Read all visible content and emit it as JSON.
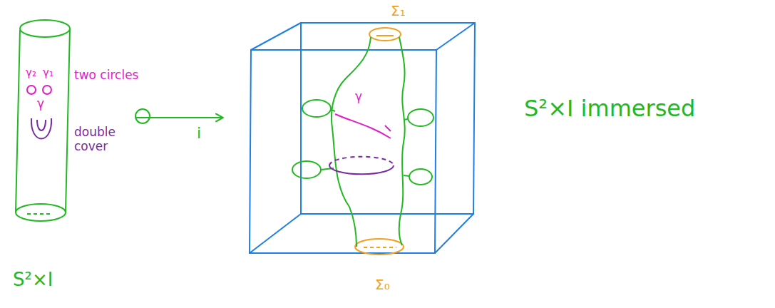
{
  "diagram": {
    "labels": [
      "γ₂",
      "γ₁",
      "two circles",
      "γ",
      "double cover",
      "S²×I",
      "i",
      "Σ₁",
      "γ",
      "Σ₀",
      "S²×I immersed"
    ]
  }
}
